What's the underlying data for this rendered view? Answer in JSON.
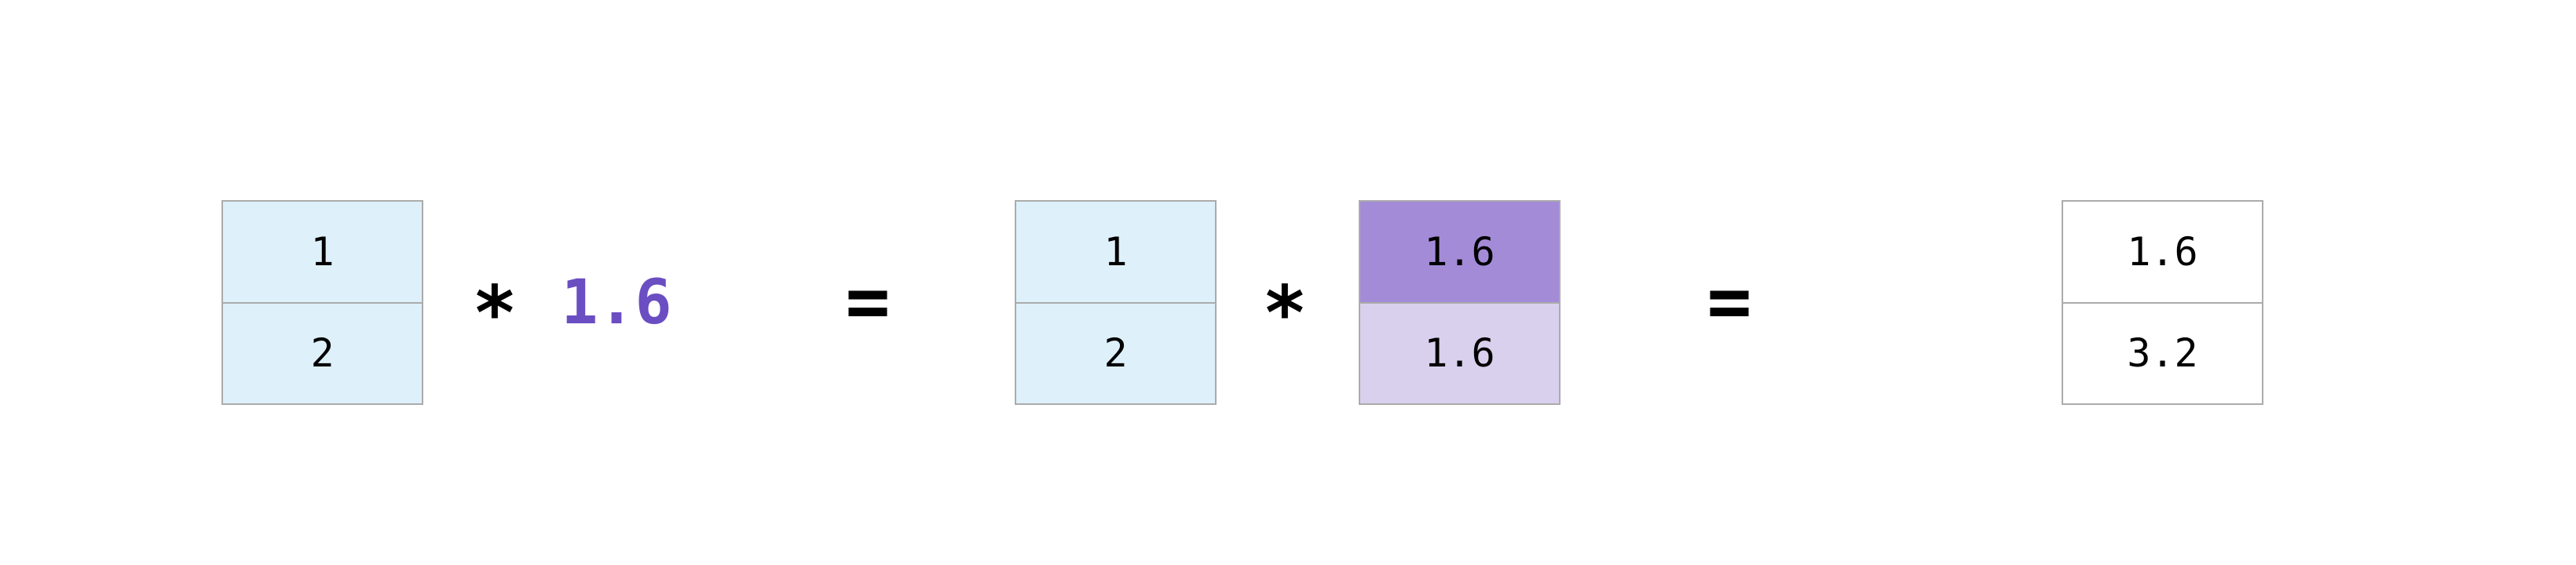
{
  "diagram": {
    "input_vector": {
      "cells": [
        "1",
        "2"
      ]
    },
    "scalar_value": "1.6",
    "operators": {
      "multiply": "*",
      "equals": "="
    },
    "vector_repeat": {
      "cells": [
        "1",
        "2"
      ]
    },
    "broadcast_vector": {
      "cells": [
        "1.6",
        "1.6"
      ]
    },
    "result_vector": {
      "cells": [
        "1.6",
        "3.2"
      ]
    },
    "colors": {
      "vector_cell_bg": "#def0fa",
      "broadcast_cell_strong_bg": "#a48bd8",
      "broadcast_cell_faded_bg": "#d9d0ed",
      "result_cell_bg": "#ffffff",
      "cell_border": "#ababab",
      "scalar_text": "#6a4ec2",
      "operator_text": "#000000"
    }
  }
}
